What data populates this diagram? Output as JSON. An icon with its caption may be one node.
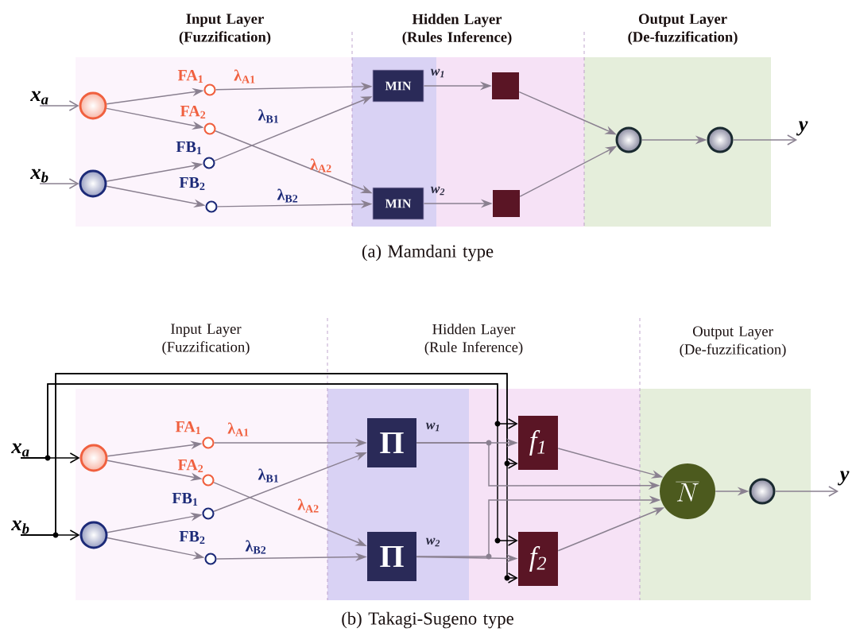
{
  "diagram": {
    "nodes": [
      {
        "text": [
          "x$_{a}$"
        ]
      },
      {
        "text": [
          "x$_{b}$"
        ]
      },
      {
        "text": [],
        "shape": "circle"
      },
      {
        "text": [],
        "shape": "circle"
      },
      {
        "text": [],
        "shape": "circle",
        "beside": [
          "FA$_{1}$"
        ]
      },
      {
        "text": [],
        "shape": "circle",
        "beside": [
          "FA$_{2}$"
        ]
      },
      {
        "text": [],
        "shape": "circle",
        "beside": [
          "FB$_{1}$"
        ]
      },
      {
        "text": [],
        "shape": "circle",
        "beside": [
          "FB$_{2}$"
        ]
      },
      {
        "text": [
          "MIN"
        ]
      },
      {
        "text": [
          "MIN"
        ]
      },
      {
        "text": [],
        "shape": "box"
      },
      {
        "text": [],
        "shape": "box"
      },
      {
        "text": [],
        "shape": "circle"
      },
      {
        "text": [],
        "shape": "circle"
      },
      {
        "text": [
          "y"
        ]
      },
      {
        "text": [
          "x$_{a}$"
        ]
      },
      {
        "text": [
          "x$_{b}$"
        ]
      },
      {
        "text": [],
        "shape": "circle"
      },
      {
        "text": [],
        "shape": "circle"
      },
      {
        "text": [],
        "shape": "circle",
        "beside": [
          "FA$_{1}$"
        ]
      },
      {
        "text": [],
        "shape": "circle",
        "beside": [
          "FA$_{2}$"
        ]
      },
      {
        "text": [],
        "shape": "circle",
        "beside": [
          "FB$_{1}$"
        ]
      },
      {
        "text": [],
        "shape": "circle",
        "beside": [
          "FB$_{2}$"
        ]
      },
      {
        "text": [
          "Π"
        ]
      },
      {
        "text": [
          "Π"
        ]
      },
      {
        "text": [
          "f$_{1}$"
        ]
      },
      {
        "text": [
          "f$_{2}$"
        ]
      },
      {
        "text": [
          "\\overline{N}"
        ]
      },
      {
        "text": [],
        "shape": "circle"
      },
      {
        "text": [
          "y"
        ]
      }
    ],
    "edges": [
      {
        "from": 0,
        "to": 2,
        "arrow": "to"
      },
      {
        "from": 1,
        "to": 3,
        "arrow": "to"
      },
      {
        "from": 2,
        "to": 4,
        "arrow": "to"
      },
      {
        "from": 2,
        "to": 5,
        "arrow": "to"
      },
      {
        "from": 3,
        "to": 6,
        "arrow": "to"
      },
      {
        "from": 3,
        "to": 7,
        "arrow": "to"
      },
      {
        "from": 4,
        "to": 8,
        "arrow": "to",
        "label": "λ$_{A1}$"
      },
      {
        "from": 6,
        "to": 8,
        "arrow": "to",
        "label": "λ$_{B1}$"
      },
      {
        "from": 5,
        "to": 9,
        "arrow": "to",
        "label": "λ$_{A2}$"
      },
      {
        "from": 7,
        "to": 9,
        "arrow": "to",
        "label": "λ$_{B2}$"
      },
      {
        "from": 8,
        "to": 10,
        "arrow": "to",
        "label": "w$_{1}$"
      },
      {
        "from": 9,
        "to": 11,
        "arrow": "to",
        "label": "w$_{2}$"
      },
      {
        "from": 10,
        "to": 12,
        "arrow": "to"
      },
      {
        "from": 11,
        "to": 12,
        "arrow": "to"
      },
      {
        "from": 12,
        "to": 13,
        "arrow": "to"
      },
      {
        "from": 13,
        "to": 14,
        "arrow": "to"
      },
      {
        "from": 15,
        "to": 17,
        "arrow": "to",
        "color": "#000000"
      },
      {
        "from": 16,
        "to": 18,
        "arrow": "to",
        "color": "#000000"
      },
      {
        "from": 15,
        "to": 25,
        "arrow": "to",
        "color": "#000000"
      },
      {
        "from": 15,
        "to": 26,
        "arrow": "to",
        "color": "#000000"
      },
      {
        "from": 16,
        "to": 25,
        "arrow": "to",
        "color": "#000000"
      },
      {
        "from": 16,
        "to": 26,
        "arrow": "to",
        "color": "#000000"
      },
      {
        "from": 17,
        "to": 19,
        "arrow": "to"
      },
      {
        "from": 17,
        "to": 20,
        "arrow": "to"
      },
      {
        "from": 18,
        "to": 21,
        "arrow": "to"
      },
      {
        "from": 18,
        "to": 22,
        "arrow": "to"
      },
      {
        "from": 19,
        "to": 23,
        "arrow": "to",
        "label": "λ$_{A1}$"
      },
      {
        "from": 21,
        "to": 23,
        "arrow": "to",
        "label": "λ$_{B1}$"
      },
      {
        "from": 20,
        "to": 24,
        "arrow": "to",
        "label": "λ$_{A2}$"
      },
      {
        "from": 22,
        "to": 24,
        "arrow": "to",
        "label": "λ$_{B2}$"
      },
      {
        "from": 23,
        "to": 25,
        "arrow": "to",
        "label": "w$_{1}$"
      },
      {
        "from": 24,
        "to": 26,
        "arrow": "to",
        "label": "w$_{2}$"
      },
      {
        "from": 23,
        "to": 27,
        "arrow": "to"
      },
      {
        "from": 24,
        "to": 27,
        "arrow": "to"
      },
      {
        "from": 25,
        "to": 27,
        "arrow": "to"
      },
      {
        "from": 26,
        "to": 27,
        "arrow": "to"
      },
      {
        "from": 27,
        "to": 28,
        "arrow": "to"
      },
      {
        "from": 28,
        "to": 29,
        "arrow": "to"
      }
    ],
    "labels": [
      "Input Layer (Fuzzification)",
      "Hidden Layer (Rules Inference)",
      "Output Layer (De-fuzzification)",
      "(a) Mamdani type",
      "Input Layer (Fuzzification)",
      "Hidden Layer (Rule Inference)",
      "Output Layer (De-fuzzification)",
      "(b) Takagi-Sugeno type"
    ]
  }
}
